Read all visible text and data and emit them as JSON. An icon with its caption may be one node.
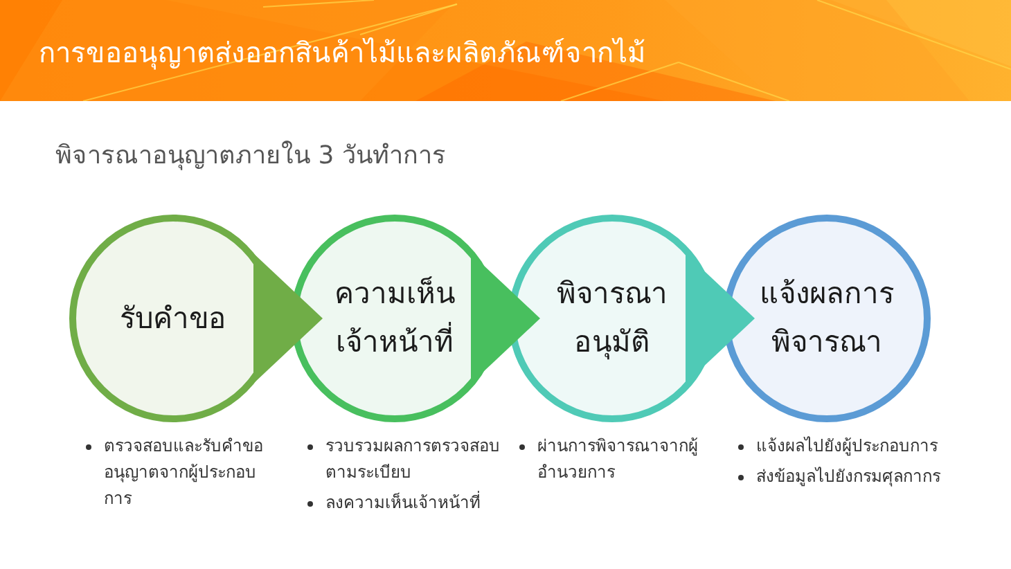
{
  "diagram": {
    "title": "การขออนุญาตส่งออกสินค้าไม้และผลิตภัณฑ์จากไม้",
    "nodes": [
      {
        "text": [
          "รับคำขอ"
        ],
        "beside": [
          "ตรวจสอบและรับคำขออนุญาตจากผู้ประกอบการ"
        ]
      },
      {
        "text": [
          "ความเห็นเจ้าหน้าที่"
        ],
        "beside": [
          "รวบรวมผลการตรวจสอบตามระเบียบ",
          "ลงความเห็นเจ้าหน้าที่"
        ]
      },
      {
        "text": [
          "พิจารณาอนุมัติ"
        ],
        "beside": [
          "ผ่านการพิจารณาจากผู้อำนวยการ"
        ]
      },
      {
        "text": [
          "แจ้งผลการพิจารณา"
        ],
        "beside": [
          "แจ้งผลไปยังผู้ประกอบการ",
          "ส่งข้อมูลไปยังกรมศุลกากร"
        ]
      }
    ],
    "edges": [
      {
        "from": 0,
        "to": 1,
        "arrow": "to",
        "color": "#70ad47"
      },
      {
        "from": 1,
        "to": 2,
        "arrow": "to",
        "color": "#48bf5e"
      },
      {
        "from": 2,
        "to": 3,
        "arrow": "to",
        "color": "#4fcab6"
      }
    ],
    "labels": [
      "พิจารณาอนุญาตภายใน 3 วันทำการ"
    ]
  }
}
